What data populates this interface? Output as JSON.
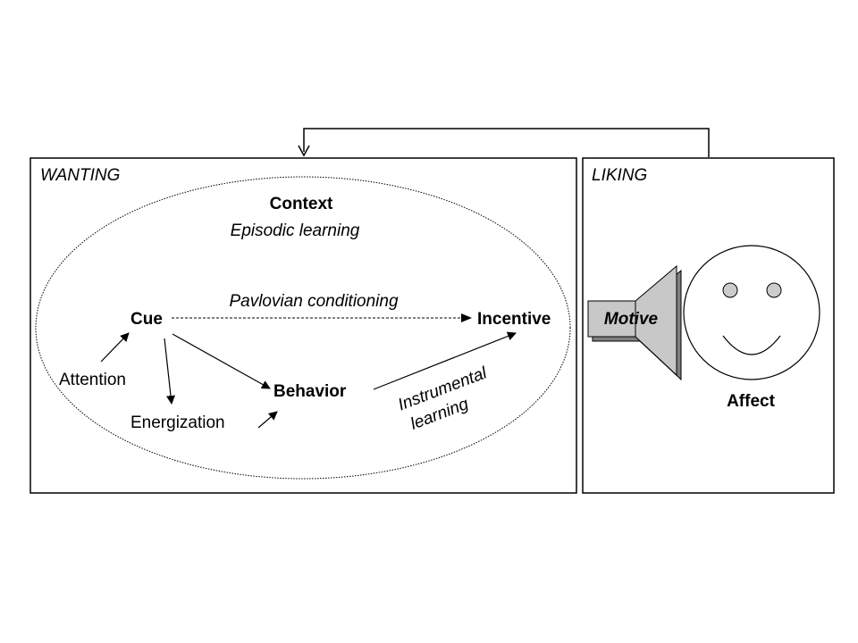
{
  "panels": {
    "wanting_label": "WANTING",
    "liking_label": "LIKING"
  },
  "wanting": {
    "context": "Context",
    "episodic": "Episodic learning",
    "pavlovian": "Pavlovian conditioning",
    "cue": "Cue",
    "incentive": "Incentive",
    "attention": "Attention",
    "energization": "Energization",
    "behavior": "Behavior",
    "instrumental_line1": "Instrumental",
    "instrumental_line2": "learning"
  },
  "liking": {
    "motive": "Motive",
    "affect": "Affect"
  },
  "colors": {
    "speaker_fill": "#c8c8c8",
    "speaker_shadow": "#7f7f7f",
    "eye_fill": "#cccccc"
  }
}
